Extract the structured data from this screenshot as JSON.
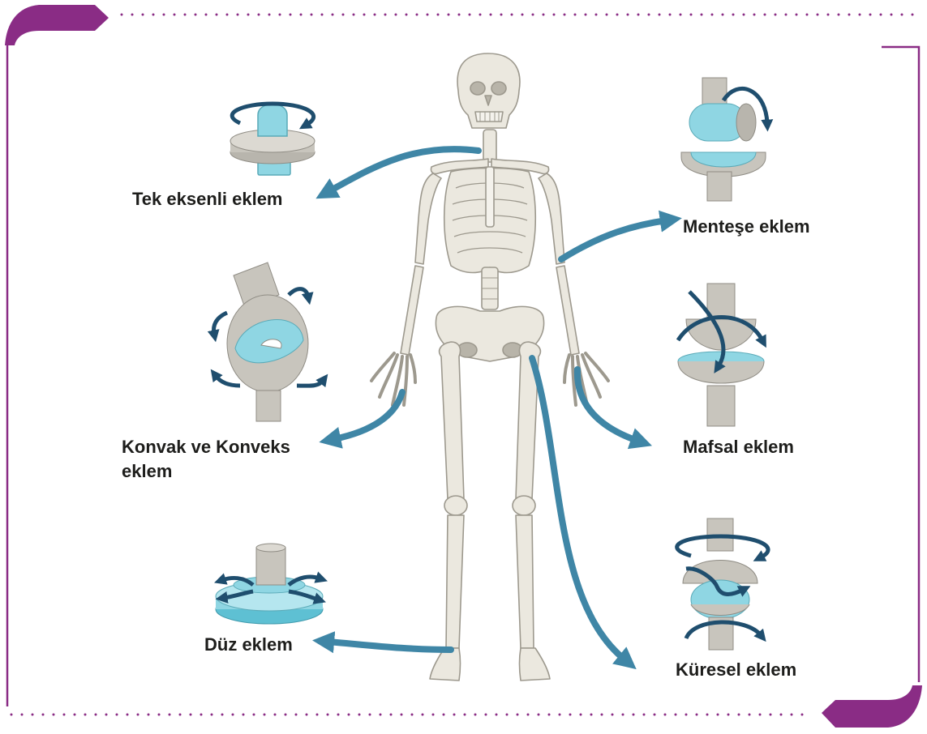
{
  "colors": {
    "frame": "#8a2c85",
    "arrow": "#3f86a6",
    "cyan": "#8fd6e3",
    "grey": "#c8c5bd",
    "motion": "#1f4e6e",
    "bone": "#ebe8df",
    "bone_outline": "#9d998e"
  },
  "joints": [
    {
      "id": "tek",
      "label": "Tek eksenli eklem",
      "icon": "pivot-joint-icon"
    },
    {
      "id": "mentese",
      "label": "Menteşe eklem",
      "icon": "hinge-joint-icon"
    },
    {
      "id": "konvak",
      "label_line1": "Konvak ve Konveks",
      "label_line2": "eklem",
      "icon": "saddle-joint-icon"
    },
    {
      "id": "mafsal",
      "label": "Mafsal eklem",
      "icon": "condyloid-joint-icon"
    },
    {
      "id": "duz",
      "label": "Düz eklem",
      "icon": "plane-joint-icon"
    },
    {
      "id": "kuresel",
      "label": "Küresel eklem",
      "icon": "ball-socket-joint-icon"
    }
  ],
  "center_image": "human-skeleton-icon"
}
